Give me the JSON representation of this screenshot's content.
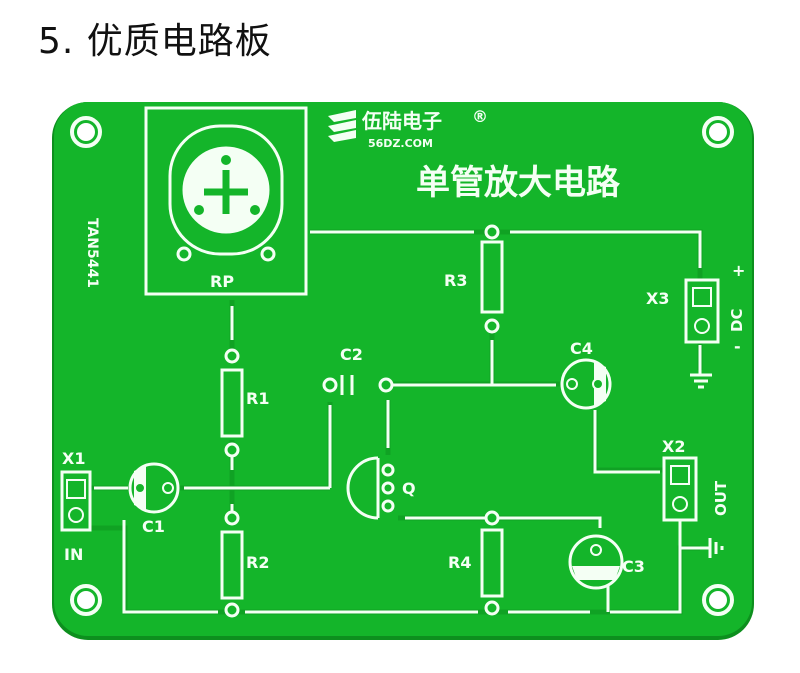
{
  "heading": "5. 优质电路板",
  "board": {
    "brand": "伍陆电子",
    "brand_mark": "®",
    "brand_url": "56DZ.COM",
    "title": "单管放大电路",
    "model": "TAN5441",
    "labels": {
      "rp": "RP",
      "r1": "R1",
      "r2": "R2",
      "r3": "R3",
      "r4": "R4",
      "c1": "C1",
      "c2": "C2",
      "c3": "C3",
      "c4": "C4",
      "q": "Q",
      "x1": "X1",
      "x2": "X2",
      "x3": "X3",
      "in": "IN",
      "out": "OUT",
      "dc": "DC",
      "plus": "+",
      "minus": "-"
    }
  },
  "colors": {
    "pcb": "#14b52a",
    "pcb_edge": "#0d8f1e",
    "trace": "#10a324",
    "silkscreen": "#f4fff4",
    "hole": "#e8ffe8"
  }
}
